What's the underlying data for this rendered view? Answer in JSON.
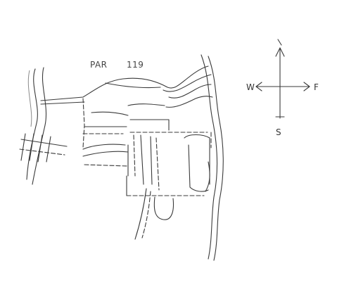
{
  "map": {
    "parcel_label": "PAR",
    "parcel_number": "119"
  },
  "compass": {
    "north": "",
    "west": "W",
    "east": "F",
    "south": "S"
  },
  "colors": {
    "ink": "#3a3a3a",
    "background": "#ffffff"
  }
}
